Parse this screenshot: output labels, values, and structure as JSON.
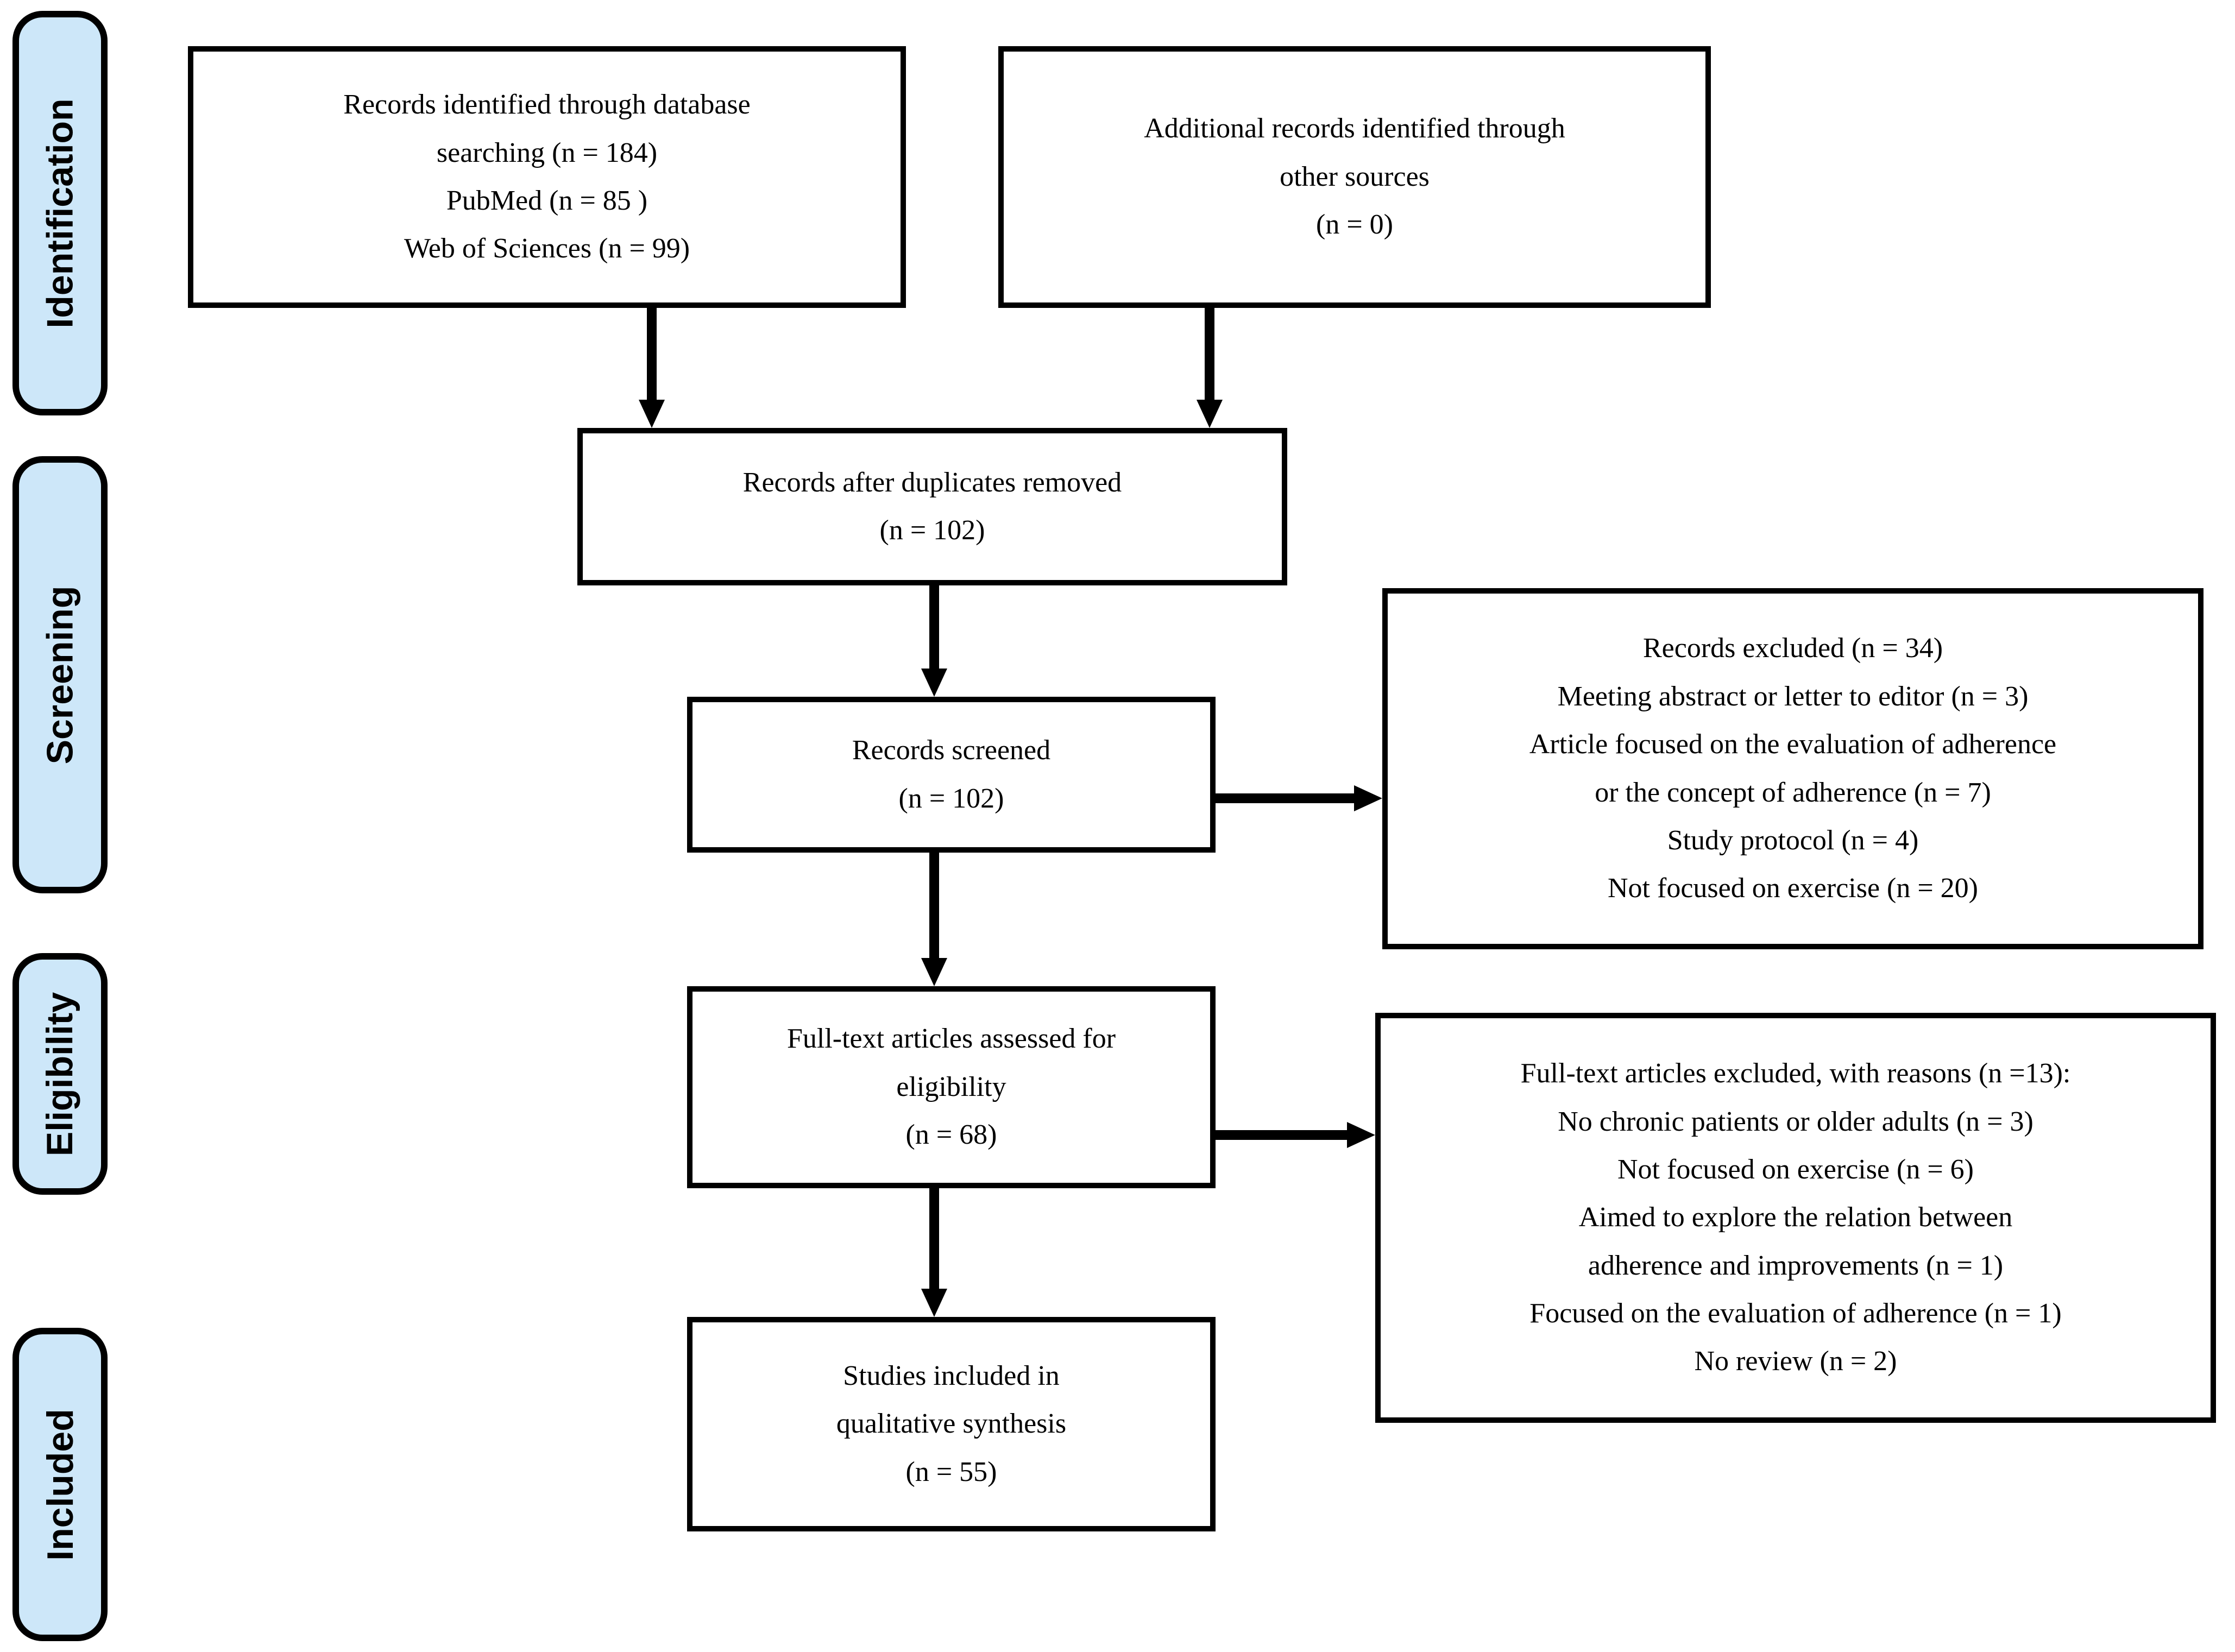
{
  "diagram": {
    "stages": [
      {
        "label": "Identification"
      },
      {
        "label": "Screening"
      },
      {
        "label": "Eligibility"
      },
      {
        "label": "Included"
      }
    ],
    "boxes": {
      "identified": {
        "lines": [
          "Records identified through database",
          "searching (n = 184)",
          "PubMed (n = 85 )",
          "Web of Sciences (n = 99)"
        ]
      },
      "additional": {
        "lines": [
          "Additional records identified through",
          "other sources",
          "(n = 0)"
        ]
      },
      "duplicates": {
        "lines": [
          "Records after duplicates removed",
          "(n = 102)"
        ]
      },
      "screened": {
        "lines": [
          "Records screened",
          "(n = 102)"
        ]
      },
      "records_excluded": {
        "lines": [
          "Records excluded (n = 34)",
          "Meeting abstract or letter to editor (n = 3)",
          "Article focused on the evaluation of adherence",
          "or the concept of adherence (n = 7)",
          "Study protocol (n = 4)",
          "Not focused on exercise (n = 20)"
        ]
      },
      "fulltext": {
        "lines": [
          "Full-text articles assessed for",
          "eligibility",
          "(n = 68)"
        ]
      },
      "fulltext_excluded": {
        "lines": [
          "Full-text articles excluded, with reasons (n =13):",
          "No chronic patients or older adults (n = 3)",
          "Not focused on exercise (n = 6)",
          "Aimed to explore the relation between",
          "adherence and improvements (n = 1)",
          "Focused on the evaluation of adherence (n = 1)",
          "No review (n = 2)"
        ]
      },
      "included_studies": {
        "lines": [
          "Studies included in",
          "qualitative synthesis",
          "(n = 55)"
        ]
      }
    },
    "colors": {
      "stage_fill": "#cde7f9",
      "stage_border": "#000000",
      "box_fill": "#ffffff",
      "box_border": "#000000",
      "text": "#000000",
      "arrow": "#000000"
    }
  }
}
